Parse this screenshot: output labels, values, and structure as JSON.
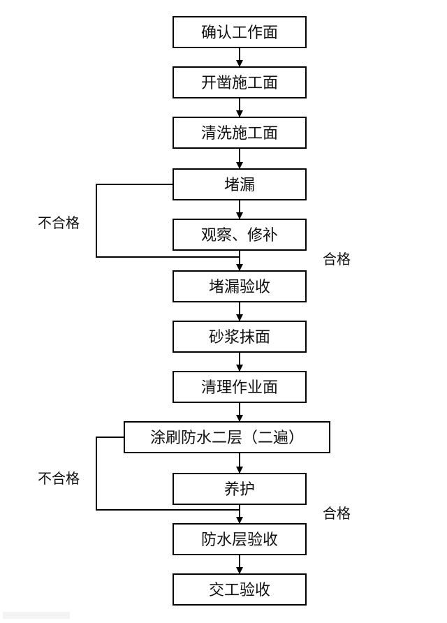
{
  "steps": [
    "确认工作面",
    "开凿施工面",
    "清洗施工面",
    "堵漏",
    "观察、修补",
    "堵漏验收",
    "砂浆抹面",
    "清理作业面",
    "涂刷防水二层（二遍）",
    "养护",
    "防水层验收",
    "交工验收"
  ],
  "labels": {
    "fail_1": "不合格",
    "pass_1": "合格",
    "fail_2": "不合格",
    "pass_2": "合格"
  }
}
